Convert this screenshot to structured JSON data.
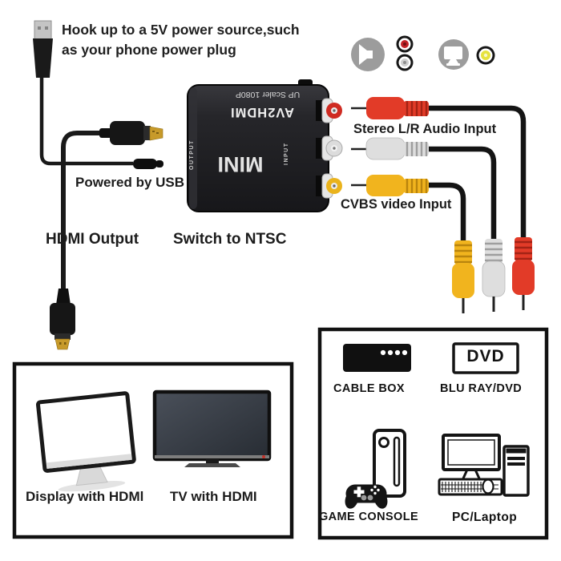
{
  "page": {
    "background": "#ffffff"
  },
  "annotations": {
    "power_note_line1": "Hook up to a 5V power source,such",
    "power_note_line2": "as your phone power plug",
    "powered_by_usb": "Powered by USB",
    "hdmi_output": "HDMI Output",
    "switch_to_ntsc": "Switch to NTSC",
    "stereo_audio_input": "Stereo L/R Audio Input",
    "cvbs_video_input": "CVBS video Input"
  },
  "converter": {
    "brand": "MINI",
    "model": "AV2HDMI",
    "feature": "UP Scaler 1080P",
    "left_side_label": "OUTPUT",
    "right_side_label": "INPUT"
  },
  "output_devices_box": {
    "display_label": "Display with HDMl",
    "tv_label": "TV with HDMI"
  },
  "input_devices_box": {
    "cable_box_label": "CABLE BOX",
    "bluray_label": "BLU RAY/DVD",
    "dvd_badge": "DVD",
    "game_console_label": "GAME CONSOLE",
    "pc_label": "PC/Laptop"
  },
  "icons": {
    "top_right_row": [
      "speaker-icon",
      "rca-red-icon",
      "rca-white-icon",
      "display-icon",
      "rca-yellow-icon"
    ]
  },
  "colors": {
    "rca_red": "#e23b28",
    "rca_white": "#dedede",
    "rca_yellow": "#f1b41e",
    "cable_black": "#1a1a1a",
    "converter_body": "#232327",
    "icon_gray": "#9c9c9c",
    "gold_connector": "#c79a2a"
  }
}
